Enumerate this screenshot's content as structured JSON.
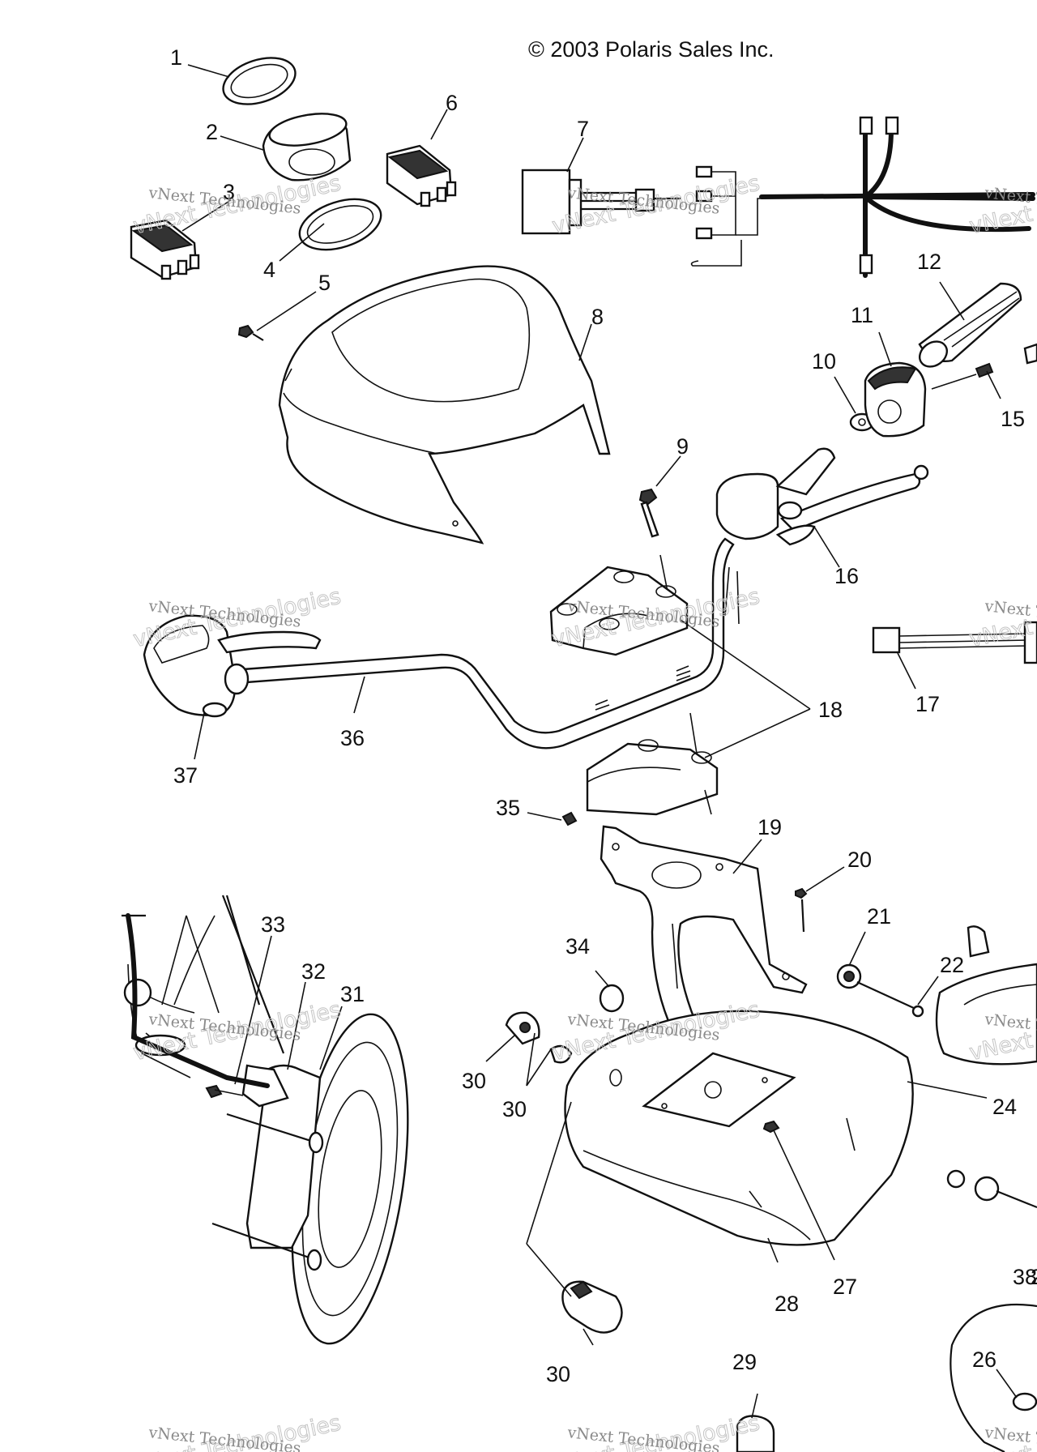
{
  "copyright": "© 2003 Polaris Sales Inc.",
  "watermark": {
    "line1": "vNext Technologies",
    "line2": "vNext Technologies"
  },
  "callouts": [
    "1",
    "2",
    "3",
    "4",
    "5",
    "6",
    "7",
    "8",
    "9",
    "10",
    "11",
    "12",
    "15",
    "16",
    "17",
    "18",
    "19",
    "20",
    "21",
    "22",
    "24",
    "26",
    "27",
    "28",
    "29",
    "30",
    "30",
    "30",
    "31",
    "32",
    "33",
    "34",
    "35",
    "36",
    "37",
    "38",
    "2"
  ]
}
